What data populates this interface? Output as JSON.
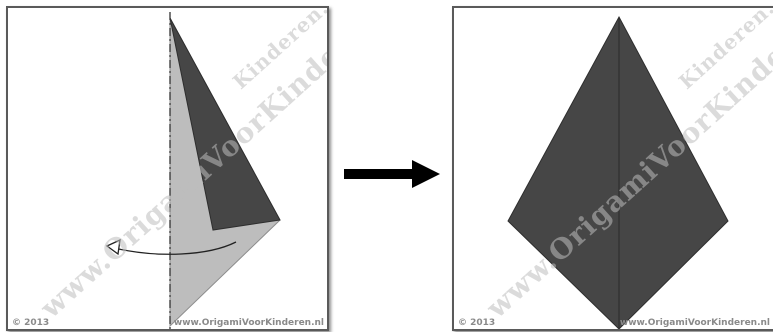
{
  "left_panel": {
    "copyright": "© 2013",
    "site_url": "www.OrigamiVoorKinderen.nl",
    "watermark": "www.OrigamiVoorKinderen.nl",
    "watermark_corner": "Kinderen.nl"
  },
  "right_panel": {
    "copyright": "© 2013",
    "site_url": "www.OrigamiVoorKinderen.nl",
    "watermark": "www.OrigamiVoorKinderen.nl",
    "watermark_corner": "Kinderen.nl"
  },
  "icons": {
    "fold_arrow": "curved-arrow-icon",
    "step_arrow": "right-arrow-icon"
  },
  "colors": {
    "paper_dark": "#464646",
    "paper_light": "#bdbdbd",
    "border": "#5a5a5a"
  }
}
